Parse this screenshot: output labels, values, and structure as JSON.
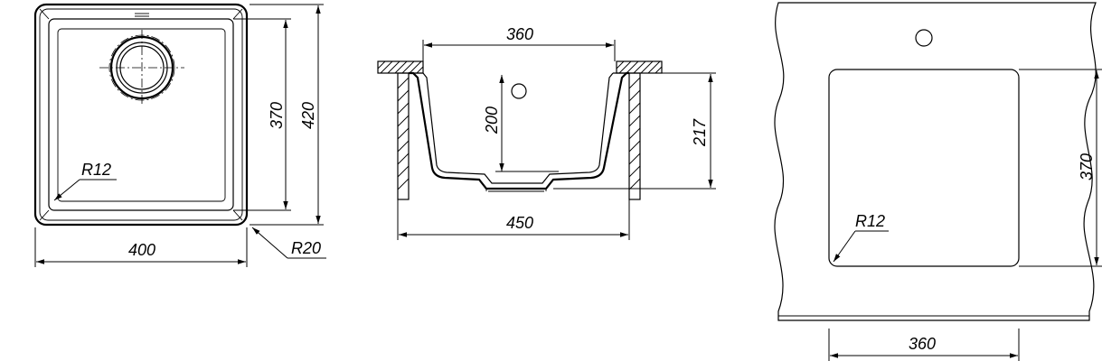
{
  "top_view": {
    "dim_width": "400",
    "dim_outer_height": "420",
    "dim_inner_height": "370",
    "radius_inner": "R12",
    "radius_outer": "R20"
  },
  "section_view": {
    "dim_inner_width": "360",
    "dim_outer_width": "450",
    "dim_bowl_depth": "200",
    "dim_total_depth": "217"
  },
  "cutout_view": {
    "dim_width": "360",
    "dim_height": "370",
    "radius": "R12"
  }
}
